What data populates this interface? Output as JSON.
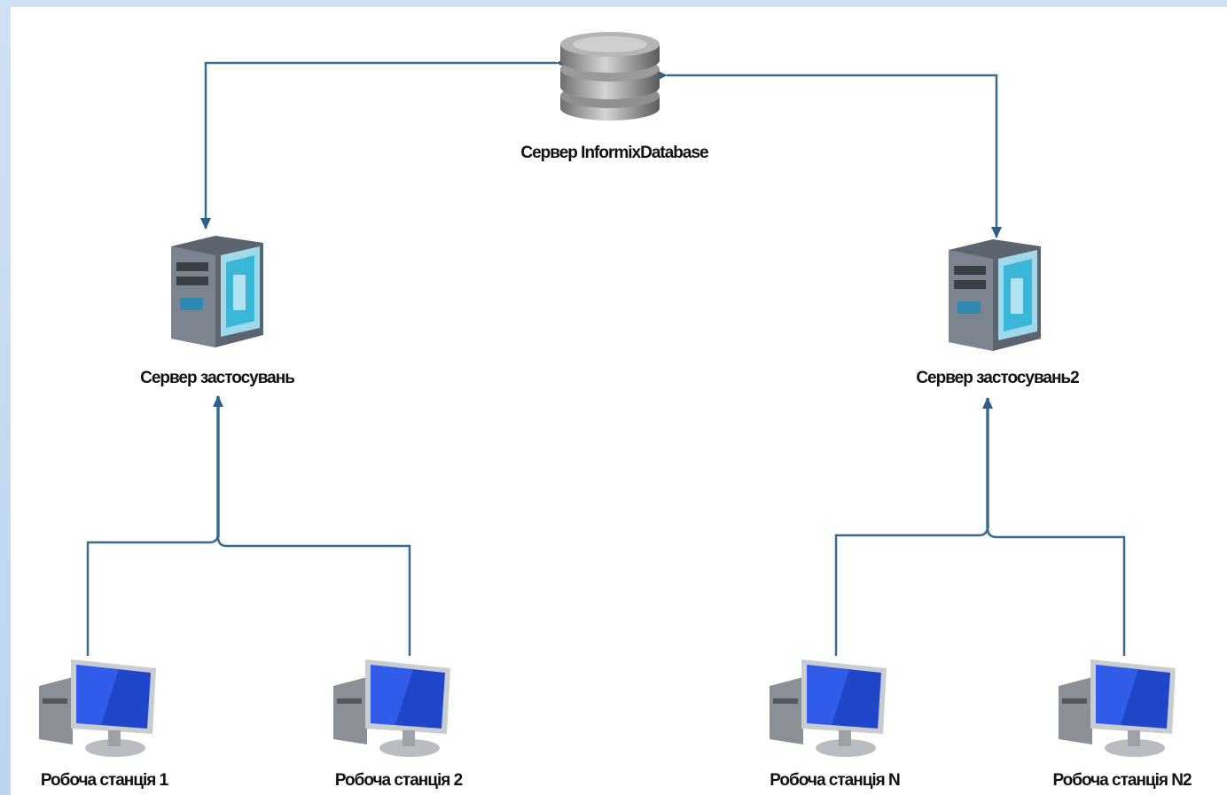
{
  "nodes": {
    "db_server": {
      "label": "Сервер InformixDatabase"
    },
    "app_server_1": {
      "label": "Сервер застосувань"
    },
    "app_server_2": {
      "label": "Сервер застосувань2"
    },
    "workstation_1": {
      "label": "Робоча станція 1"
    },
    "workstation_2": {
      "label": "Робоча станція 2"
    },
    "workstation_n": {
      "label": "Робоча станція N"
    },
    "workstation_n2": {
      "label": "Робоча станція N2"
    }
  },
  "colors": {
    "link": "#3b6a8e",
    "arrow": "#2f5f86",
    "monitor_screen": "#1f45c8",
    "server_accent": "#39b6d8"
  }
}
